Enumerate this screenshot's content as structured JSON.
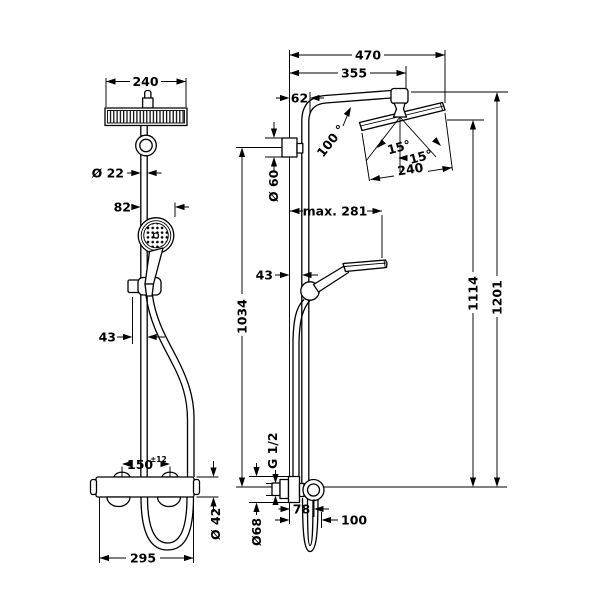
{
  "drawing": {
    "type": "technical-dimension-drawing",
    "subject": "shower-pipe-system-two-views",
    "background_color": "#ffffff",
    "line_color": "#000000",
    "front_view": {
      "dimensions": {
        "head_width": "240",
        "pipe_diameter": "Ø 22",
        "handshower_offset": "82",
        "holder_offset": "43",
        "connection_spacing": "150",
        "connection_tolerance": "±12",
        "valve_diameter": "Ø 42",
        "valve_width": "295"
      }
    },
    "side_view": {
      "dimensions": {
        "overall_depth": "470",
        "arm_reach": "355",
        "wall_clearance": "62",
        "arm_angle": "100 °",
        "spray_angle_inner": "15°",
        "spray_angle_outer": "15°",
        "head_depth": "240",
        "bracket_diameter": "Ø 60",
        "max_handshower_reach": "max. 281",
        "holder_clearance": "43",
        "bar_top_height": "1034",
        "head_face_height": "1114",
        "overall_height": "1201",
        "thread_size": "G 1/2",
        "escutcheon_diameter": "Ø68",
        "valve_depth": "78",
        "valve_overall_depth": "100"
      }
    }
  }
}
